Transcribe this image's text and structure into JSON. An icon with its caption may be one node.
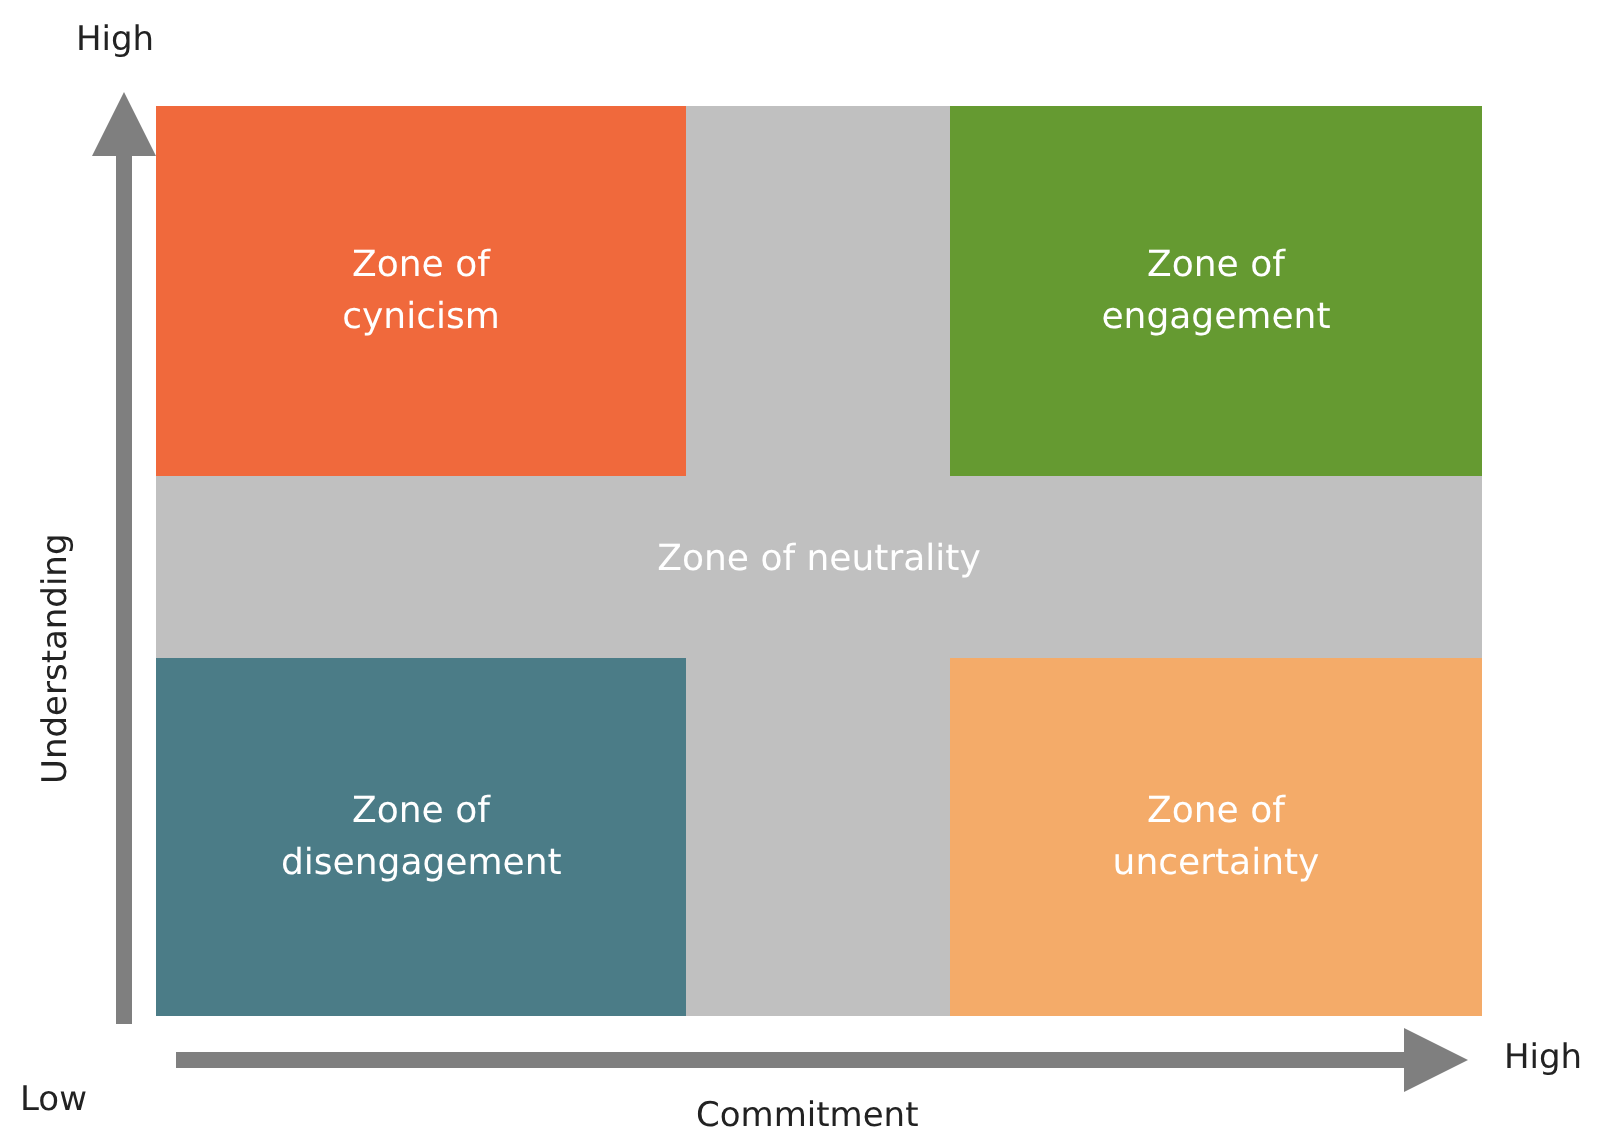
{
  "diagram": {
    "nodes": [
      {
        "text": [
          "Zone of neutrality"
        ]
      },
      {
        "text": [
          "Zone of cynicism"
        ],
        "in": 0
      },
      {
        "text": [
          "Zone of engagement"
        ],
        "in": 0
      },
      {
        "text": [
          "Zone of disengagement"
        ],
        "in": 0
      },
      {
        "text": [
          "Zone of uncertainty"
        ],
        "in": 0
      }
    ],
    "labels": [
      "High",
      "Understanding",
      "Low",
      "Commitment",
      "High"
    ]
  }
}
